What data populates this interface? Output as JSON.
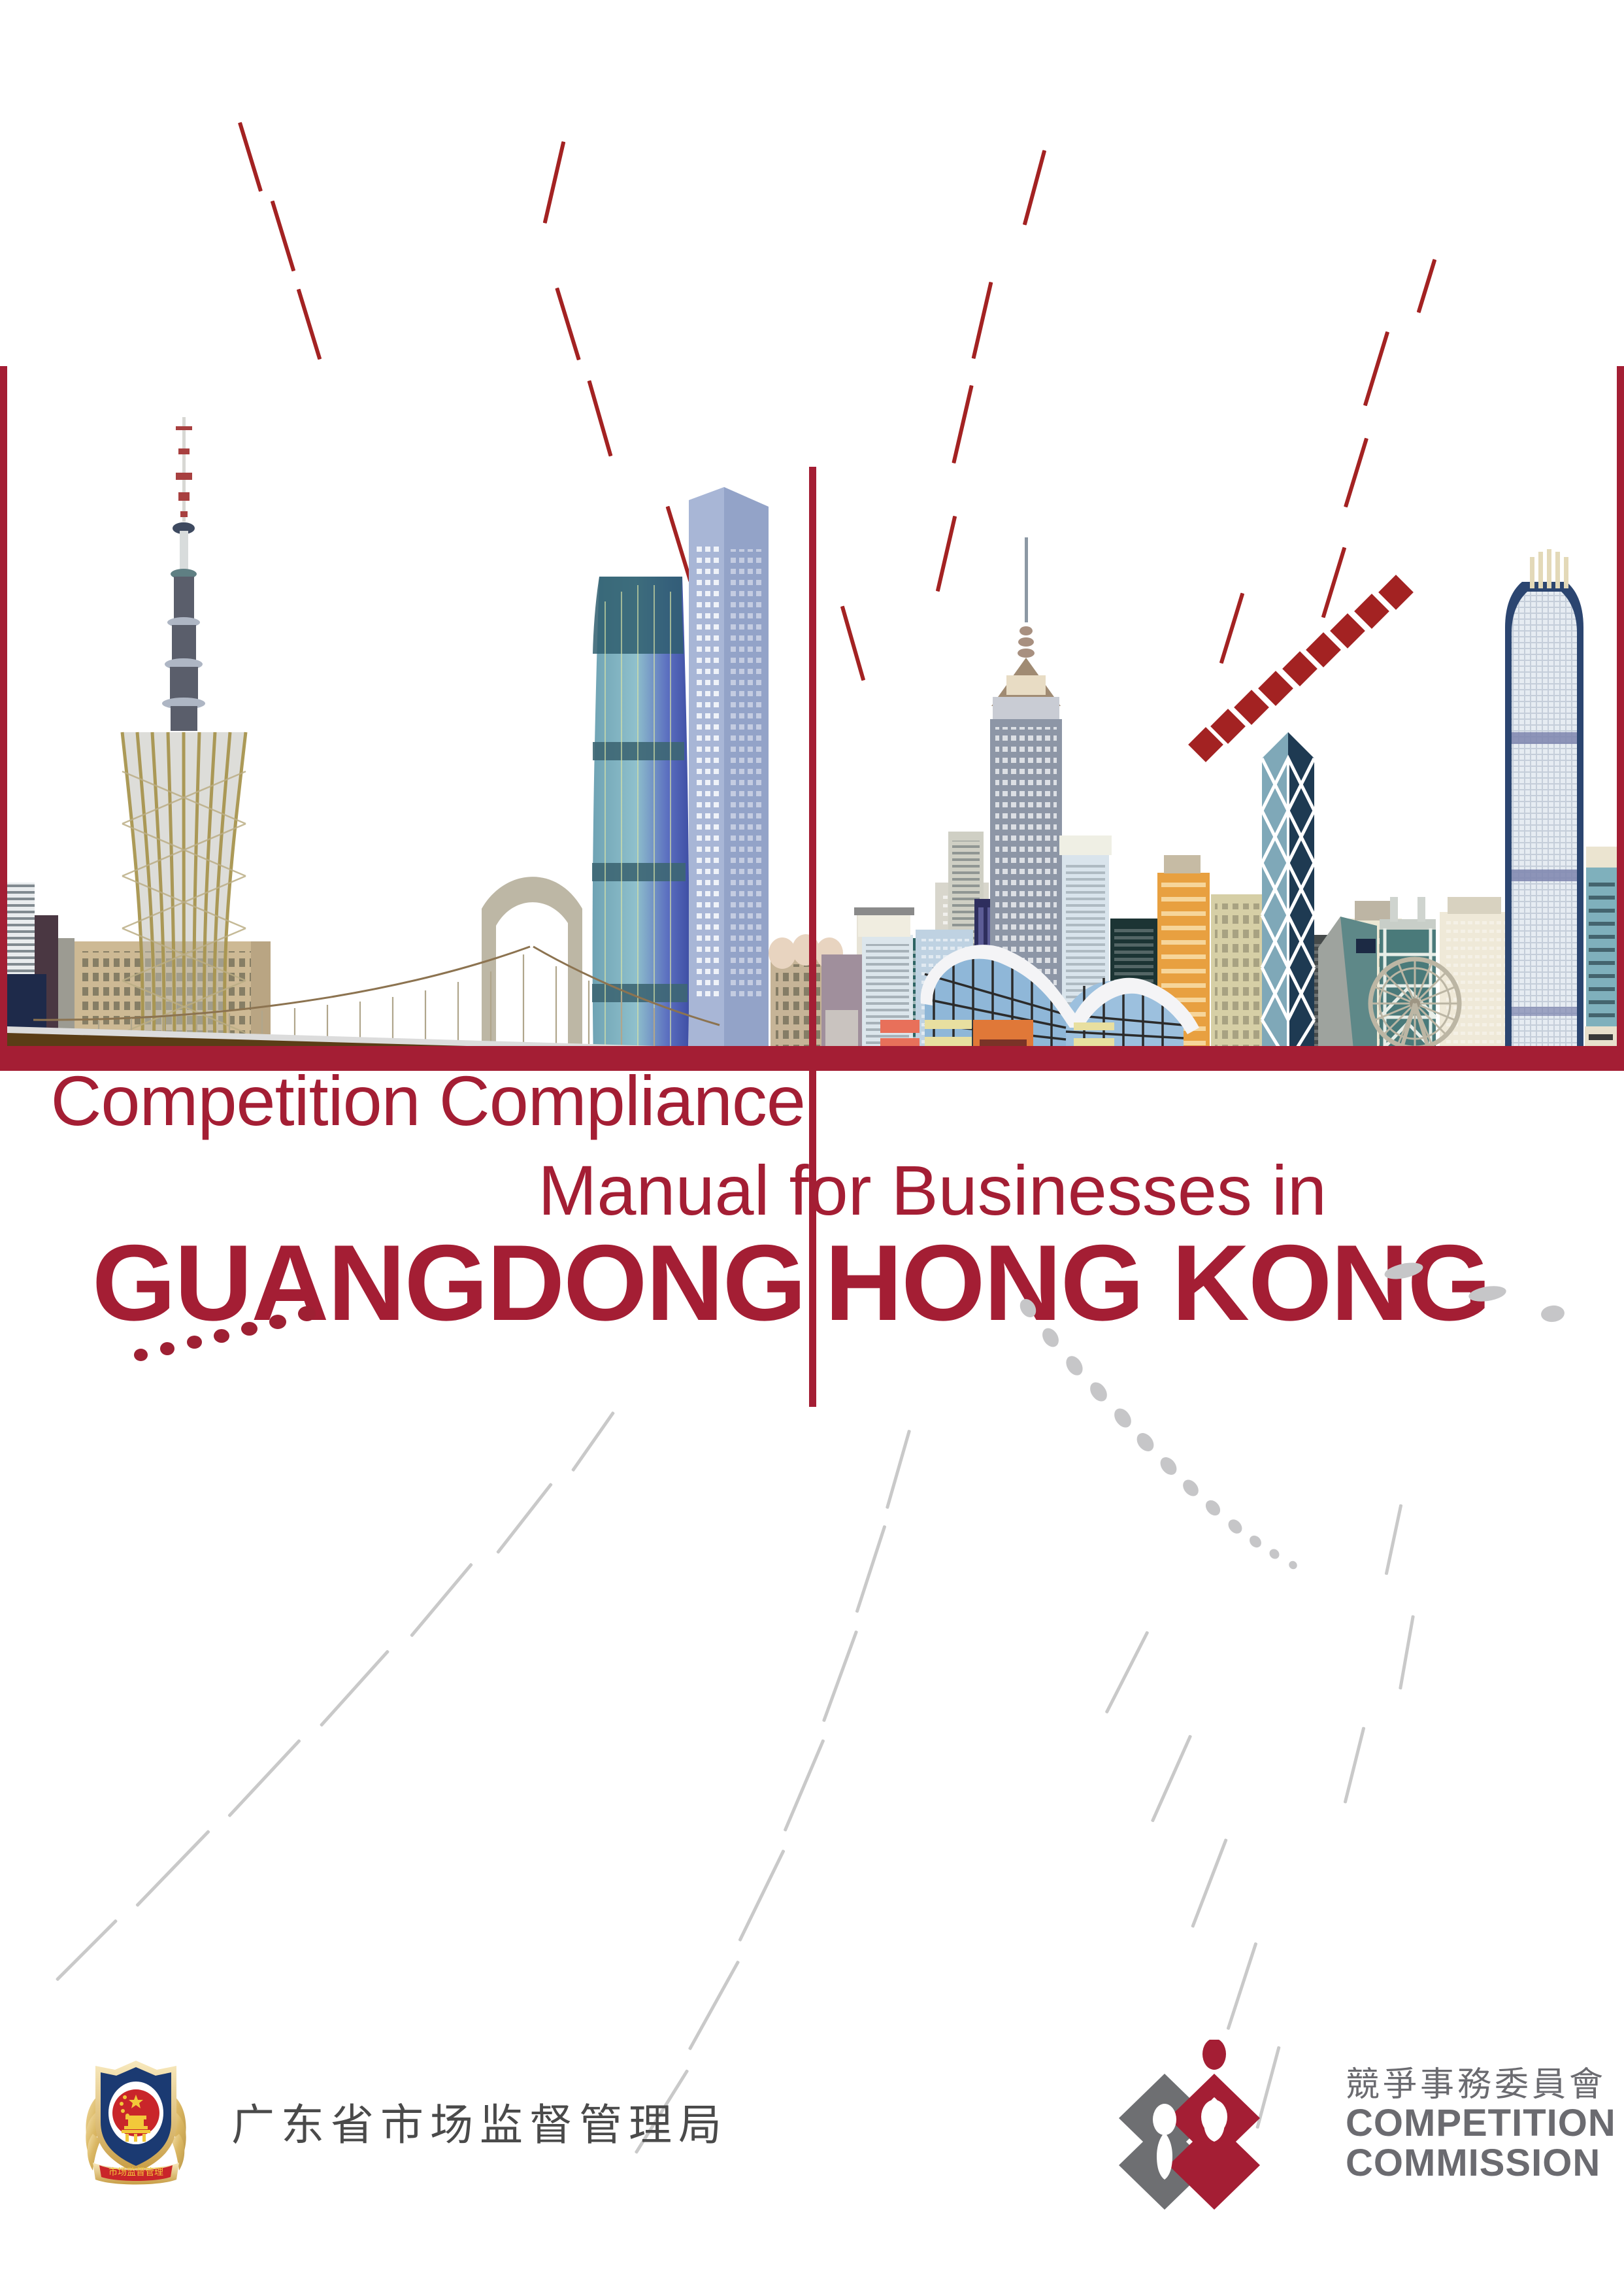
{
  "cover": {
    "title_line1": "Competition Compliance",
    "title_line2": "Manual for Businesses in",
    "region_left": "GUANGDONG",
    "region_right": "HONG KONG",
    "accent_color": "#A41E34",
    "dash_color": "#A32222",
    "gray_color": "#C9C9C9",
    "background_color": "#FFFFFF"
  },
  "illustration": {
    "left_city_name": "Guangzhou skyline",
    "right_city_name": "Hong Kong skyline",
    "left_landmarks": [
      "Canton Tower",
      "CTF Finance Centre",
      "Guangzhou IFC",
      "Liede Bridge"
    ],
    "right_landmarks": [
      "Central Plaza",
      "Bank of China Tower",
      "HSBC Main Building",
      "Two International Finance Centre",
      "Hong Kong Observation Wheel",
      "Hong Kong Convention and Exhibition Centre"
    ]
  },
  "footer": {
    "guangdong_logo": {
      "emblem_name": "samr-shield-emblem",
      "banner_text": "市场监督管理",
      "organisation": "广东省市场监督管理局"
    },
    "competition_commission_logo": {
      "mark_name": "competition-commission-diamond-mark",
      "chinese_name": "競爭事務委員會",
      "english_line1": "COMPETITION",
      "english_line2": "COMMISSION",
      "mark_colors": {
        "gray": "#6E6F72",
        "crimson": "#A41E34"
      }
    }
  }
}
